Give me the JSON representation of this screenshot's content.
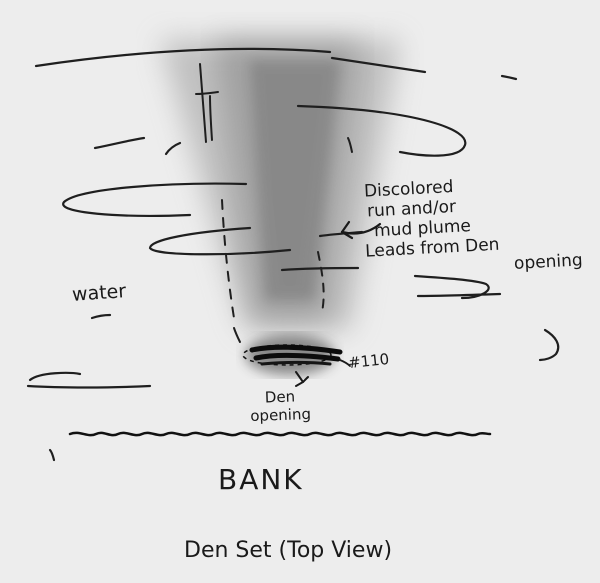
{
  "diagram": {
    "labels": {
      "water": "water",
      "plume_lines": [
        "Discolored",
        "run and/or",
        "mud plume",
        "Leads from Den",
        "opening"
      ],
      "trap_id": "#110",
      "den_opening": [
        "Den",
        "opening"
      ],
      "bank": "BANK",
      "caption": "Den Set (Top View)"
    },
    "colors": {
      "paper": "#ededed",
      "ink": "#1a1a1a",
      "smudge": "#6e6e6e"
    }
  }
}
